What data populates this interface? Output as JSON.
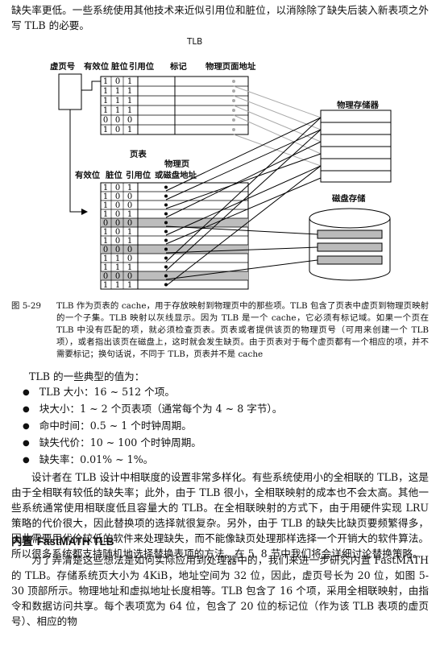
{
  "top_paragraph": "缺失率更低。一些系统使用其他技术来近似引用位和脏位，以消除除了缺失后装入新表项之外写 TLB 的必要。",
  "figure": {
    "tlb_title": "TLB",
    "tlb_headers": {
      "virtual_page": "虚页号",
      "valid": "有效位",
      "dirty": "脏位",
      "ref": "引用位",
      "tag": "标记",
      "phys_addr": "物理页面地址"
    },
    "tlb_rows": [
      [
        "1",
        "0",
        "1"
      ],
      [
        "1",
        "1",
        "1"
      ],
      [
        "1",
        "1",
        "1"
      ],
      [
        "1",
        "1",
        "1"
      ],
      [
        "0",
        "0",
        "0"
      ],
      [
        "1",
        "0",
        "1"
      ]
    ],
    "page_table_title": "页表",
    "pt_headers": {
      "valid": "有效位",
      "dirty": "脏位",
      "ref": "引用位",
      "phys_or_disk": [
        "物理页",
        "或磁盘地址"
      ]
    },
    "pt_rows": [
      [
        "1",
        "0",
        "1"
      ],
      [
        "1",
        "0",
        "0"
      ],
      [
        "1",
        "0",
        "0"
      ],
      [
        "1",
        "0",
        "1"
      ],
      [
        "0",
        "0",
        "0"
      ],
      [
        "1",
        "0",
        "1"
      ],
      [
        "1",
        "0",
        "1"
      ],
      [
        "0",
        "0",
        "0"
      ],
      [
        "1",
        "1",
        "0"
      ],
      [
        "1",
        "1",
        "1"
      ],
      [
        "0",
        "0",
        "0"
      ],
      [
        "1",
        "1",
        "1"
      ]
    ],
    "memory_label": "物理存储器",
    "disk_label": "磁盘存储"
  },
  "caption": {
    "number": "图 5-29",
    "text": "TLB 作为页表的 cache，用于存放映射到物理页中的那些项。TLB 包含了页表中虚页到物理页映射的一个子集。TLB 映射以灰线显示。因为 TLB 是一个 cache，它必须有标记域。如果一个页在 TLB 中没有匹配的项，就必须检查页表。页表或者提供该页的物理页号（可用来创建一个 TLB 项），或者指出该页在磁盘上，这时就会发生缺页。由于页表对于每个虚页都有一个相应的项，并不需要标记；换句话说，不同于 TLB，页表并不是 cache"
  },
  "values_intro": "TLB 的一些典型的值为：",
  "bullets": [
    "TLB 大小：16 ~ 512 个项。",
    "块大小：1 ~ 2 个页表项（通常每个为 4 ~ 8 字节）。",
    "命中时间：0.5 ~ 1 个时钟周期。",
    "缺失代价：10 ~ 100 个时钟周期。",
    "缺失率：0.01% ~ 1%。"
  ],
  "design_paragraph": "设计者在 TLB 设计中相联度的设置非常多样化。有些系统使用小的全相联的 TLB，这是由于全相联有较低的缺失率；此外，由于 TLB 很小，全相联映射的成本也不会太高。其他一些系统通常使用相联度低且容量大的 TLB。在全相联映射的方式下，由于用硬件实现 LRU 策略的代价很大，因此替换项的选择就很复杂。另外，由于 TLB 的缺失比缺页要频繁得多，因此需要用代价较低的软件来处理缺失，而不能像缺页处理那样选择一个开销大的软件算法。所以很多系统都支持随机地选择替换表项的方法。在 5. 8 节中我们将会详细讨论替换策略。",
  "section_title_cn": "内置 ",
  "section_title_en": "FastMATH TLB",
  "bottom_paragraph": "为了弄清楚这些想法是如何实际应用到处理器中的，我们来进一步研究内置 FastMATH 的 TLB。存储系统页大小为 4KiB，地址空间为 32 位，因此，虚页号长为 20 位，如图 5-30 顶部所示。物理地址和虚拟地址长度相等。TLB 包含了 16 个项，采用全相联映射，由指令和数据访问共享。每个表项宽为 64 位，包含了 20 位的标记位（作为该 TLB 表项的虚页号）、相应的物"
}
